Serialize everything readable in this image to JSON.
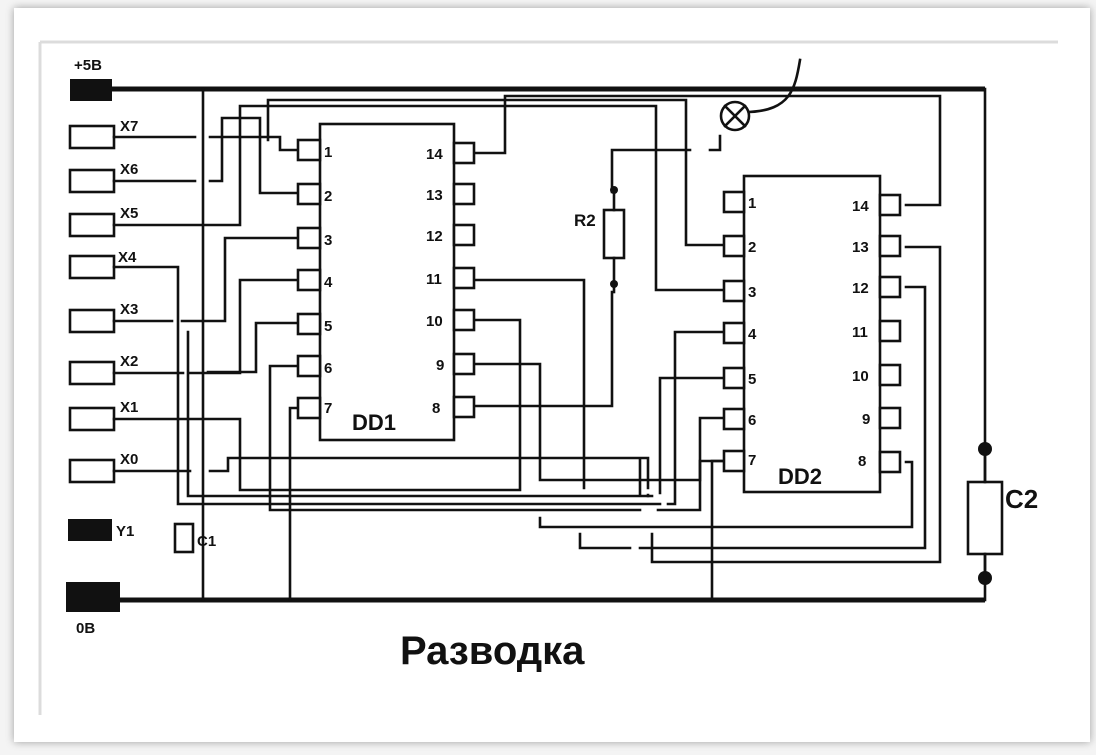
{
  "title": "Разводка",
  "power": {
    "plus": "+5В",
    "ground": "0В"
  },
  "inputs": [
    "X7",
    "X6",
    "X5",
    "X4",
    "X3",
    "X2",
    "X1",
    "X0"
  ],
  "output": "Y1",
  "components": {
    "c1": "C1",
    "c2": "C2",
    "r2": "R2",
    "dd1": "DD1",
    "dd2": "DD2"
  },
  "pins": {
    "left": [
      "1",
      "2",
      "3",
      "4",
      "5",
      "6",
      "7"
    ],
    "right": [
      "14",
      "13",
      "12",
      "11",
      "10",
      "9",
      "8"
    ]
  }
}
